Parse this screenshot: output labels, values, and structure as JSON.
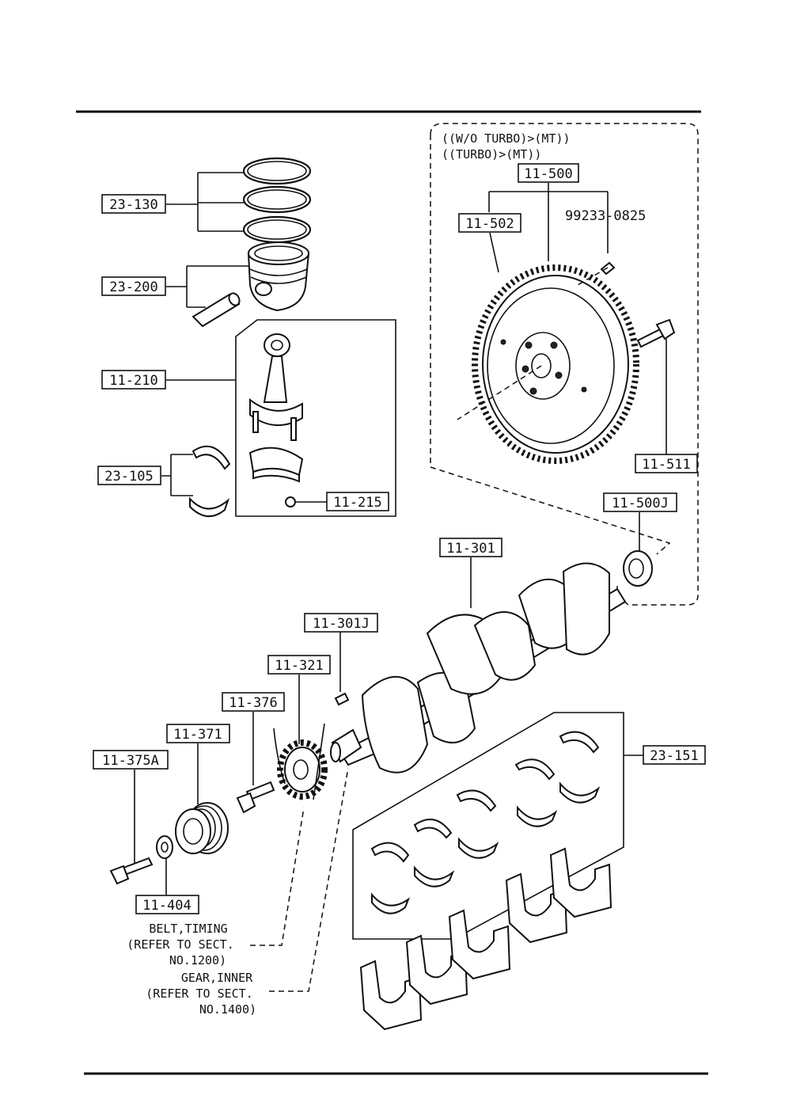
{
  "labels": {
    "p23_130": "23-130",
    "p23_200": "23-200",
    "p11_210": "11-210",
    "p23_105": "23-105",
    "p11_215": "11-215",
    "p11_500": "11-500",
    "p11_502": "11-502",
    "p99233": "99233-0825",
    "p11_511": "11-511",
    "p11_500J": "11-500J",
    "p11_301": "11-301",
    "p11_301J": "11-301J",
    "p11_321": "11-321",
    "p11_376": "11-376",
    "p11_371": "11-371",
    "p11_375A": "11-375A",
    "p11_404": "11-404",
    "p23_151": "23-151"
  },
  "variant_notes": {
    "line1": "((W/O TURBO)>(MT))",
    "line2": "((TURBO)>(MT))"
  },
  "reference_notes": {
    "belt_line1": "BELT,TIMING",
    "belt_line2": "(REFER TO SECT.",
    "belt_line3": "NO.1200)",
    "gear_line1": "GEAR,INNER",
    "gear_line2": "(REFER TO SECT.",
    "gear_line3": "NO.1400)"
  }
}
